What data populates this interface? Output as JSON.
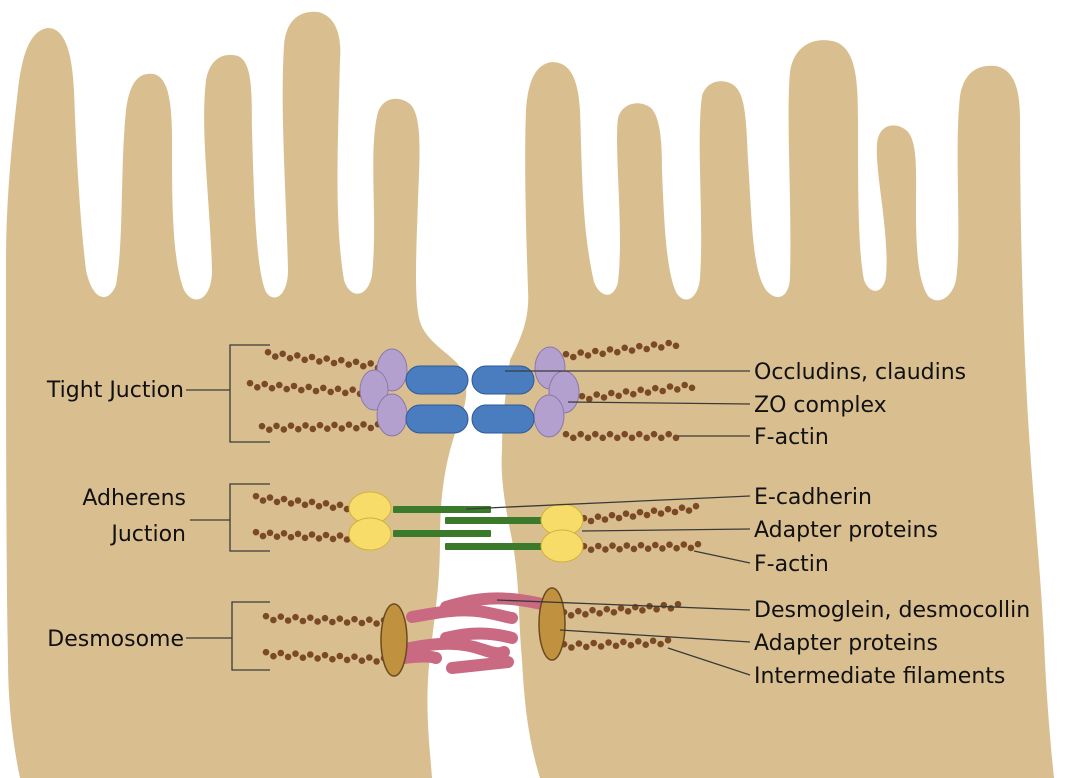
{
  "colors": {
    "cell": "#d9bf90",
    "actin_bead": "#7a4a26",
    "zo_complex": "#b3a0cf",
    "occludin": "#4a7cc0",
    "adapter_adherens": "#f7dc6a",
    "cadherin": "#3b7a2a",
    "desmoglein": "#c96a82",
    "desmosome_plaque": "#c0913e"
  },
  "left_labels": {
    "tight": "Tight Juction",
    "adherens_1": "Adherens",
    "adherens_2": "Juction",
    "desmosome": "Desmosome"
  },
  "right_labels": {
    "occludins": "Occludins, claudins",
    "zo": "ZO complex",
    "factin_1": "F-actin",
    "ecadherin": "E-cadherin",
    "adapter_1": "Adapter proteins",
    "factin_2": "F-actin",
    "desmoglein": "Desmoglein, desmocollin",
    "adapter_2": "Adapter proteins",
    "intermediate": "Intermediate filaments"
  },
  "icons": [
    "left-cell",
    "right-cell",
    "actin-filament",
    "zo-protein",
    "occludin-protein",
    "cadherin-protein",
    "desmoglein-protein",
    "desmosome-plaque"
  ]
}
